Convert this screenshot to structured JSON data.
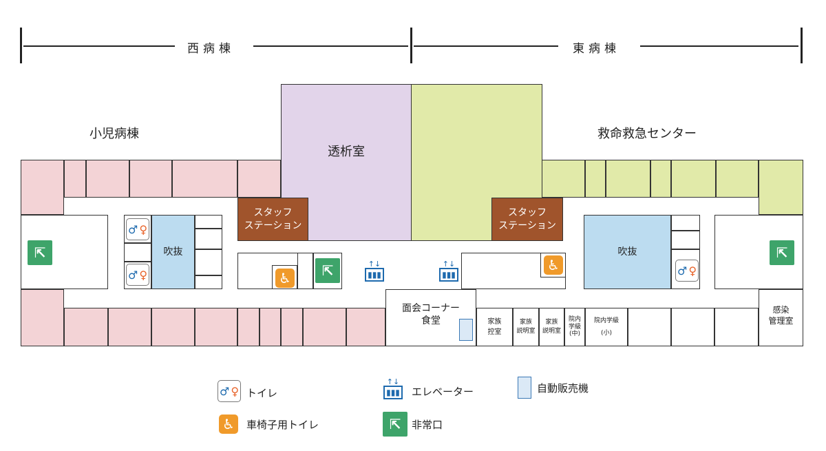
{
  "header": {
    "west_wing": "西病棟",
    "east_wing": "東病棟"
  },
  "areas": {
    "pediatric_ward": "小児病棟",
    "emergency_center": "救命救急センター",
    "dialysis_room": "透析室",
    "staff_station": "スタッフ\nステーション",
    "atrium": "吹抜",
    "visitor_corner": "面会コーナー\n食堂",
    "family_waiting": "家族\n控室",
    "family_explanation": "家族\n説明室",
    "school_middle": "院内\n学級\n(中)",
    "school_elementary": "院内学級\n(小)",
    "infection_control": "感染\n管理室"
  },
  "legend": {
    "toilet": "トイレ",
    "elevator": "エレベーター",
    "vending": "自動販売機",
    "wheelchair_toilet": "車椅子用トイレ",
    "emergency_exit": "非常口"
  },
  "colors": {
    "pediatric": "#f3d3d6",
    "emergency": "#e1eaa9",
    "dialysis": "#e2d4ea",
    "atrium": "#bcdcf0",
    "staff": "#a0542c"
  }
}
